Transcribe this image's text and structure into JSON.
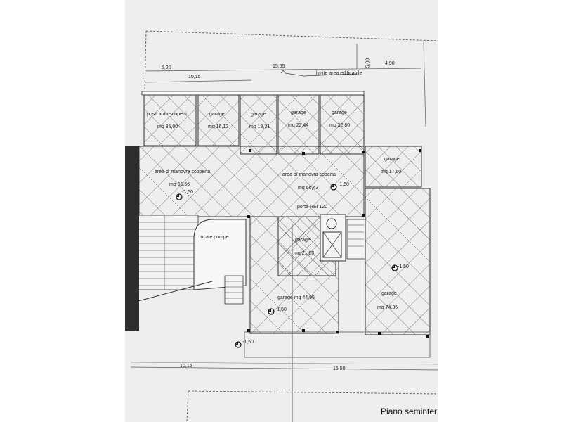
{
  "dimensions": {
    "top_a": "5,20",
    "top_b": "10,15",
    "top_c": "15,55",
    "top_d": "4,90",
    "top_vertical": "5,00",
    "bottom_a": "10,15",
    "bottom_b": "15,50"
  },
  "labels": {
    "limite_area": "limite area edificabile",
    "posti_auto": "posti auto scoperti",
    "posti_auto_mq": "mq 35,00",
    "garage1": "garage",
    "garage1_mq": "mq 16,12",
    "garage2": "garage",
    "garage2_mq": "mq 19,31",
    "garage3": "garage",
    "garage3_mq": "mq 22,44",
    "garage4": "garage",
    "garage4_mq": "mq 22,80",
    "area_scoperta": "area di manovra scoperta",
    "area_scoperta_mq": "mq 65,66",
    "area_coperta": "area di manovra coperta",
    "area_coperta_mq": "mq 56,43",
    "garage5": "garage",
    "garage5_mq": "mq 17,60",
    "porta": "porta REI 120",
    "locale_pompe": "locale pompe",
    "garage6": "garage",
    "garage6_mq": "mq 21,63",
    "garage7": "garage mq 44,95",
    "garage8": "garage",
    "garage8_mq": "mq 74,35",
    "level_a": "-1,50",
    "level_b": "-1,50",
    "level_c": "-1,50",
    "level_d": "-1,50",
    "level_e": "-1,50"
  },
  "title": "Piano seminter"
}
